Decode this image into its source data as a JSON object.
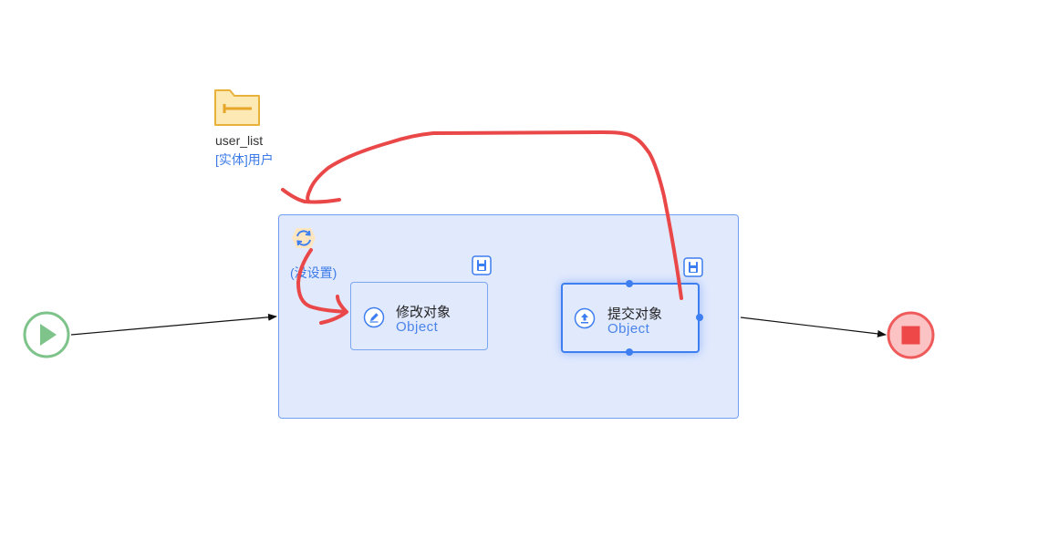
{
  "datasource": {
    "name": "user_list",
    "entity": "[实体]用户",
    "icon": "folder-icon"
  },
  "loop": {
    "label": "(没设置)",
    "icon": "loop-refresh-icon"
  },
  "tasks": [
    {
      "title": "修改对象",
      "subtitle": "Object",
      "icon": "edit-icon"
    },
    {
      "title": "提交对象",
      "subtitle": "Object",
      "icon": "upload-icon"
    }
  ],
  "nodes": {
    "start_icon": "play-icon",
    "end_icon": "stop-icon"
  },
  "colors": {
    "accent": "#3d7ef0",
    "container_fill": "#e1e9fd",
    "start": "#7ec38a",
    "end": "#ef5b5b",
    "folder": "#e8b23a",
    "annotation": "#ea4848"
  }
}
